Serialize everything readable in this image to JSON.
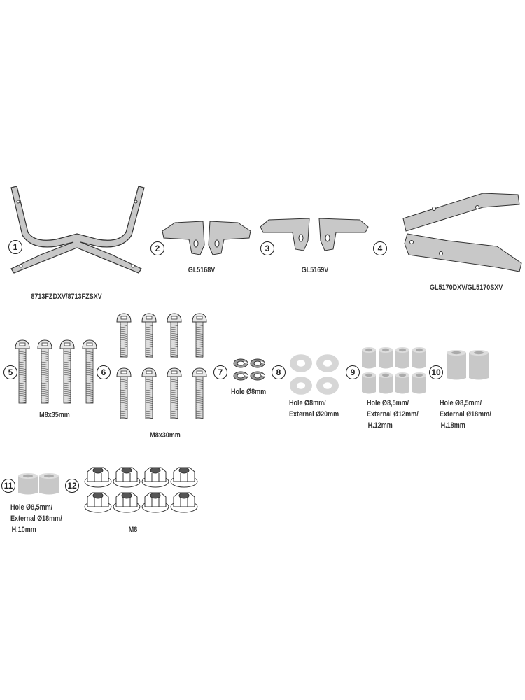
{
  "parts": [
    {
      "number": "1",
      "code": "8713FZDXV/8713FZSXV"
    },
    {
      "number": "2",
      "code": "GL5168V"
    },
    {
      "number": "3",
      "code": "GL5169V"
    },
    {
      "number": "4",
      "code": "GL5170DXV/GL5170SXV"
    },
    {
      "number": "5",
      "label": "M8x35mm",
      "qty": 4
    },
    {
      "number": "6",
      "label": "M8x30mm",
      "qty": 8
    },
    {
      "number": "7",
      "label": "Hole Ø8mm",
      "qty": 4
    },
    {
      "number": "8",
      "lines": [
        "Hole Ø8mm/",
        "External Ø20mm"
      ],
      "qty": 4
    },
    {
      "number": "9",
      "lines": [
        "Hole Ø8,5mm/",
        "External Ø12mm/",
        "H.12mm"
      ],
      "qty": 8
    },
    {
      "number": "10",
      "lines": [
        "Hole Ø8,5mm/",
        "External Ø18mm/",
        "H.18mm"
      ],
      "qty": 2
    },
    {
      "number": "11",
      "lines": [
        "Hole Ø8,5mm/",
        "External Ø18mm/",
        "H.10mm"
      ],
      "qty": 2
    },
    {
      "number": "12",
      "label": "M8",
      "qty": 8
    }
  ],
  "colors": {
    "part_fill": "#c8c8c8",
    "outline": "#333333"
  }
}
